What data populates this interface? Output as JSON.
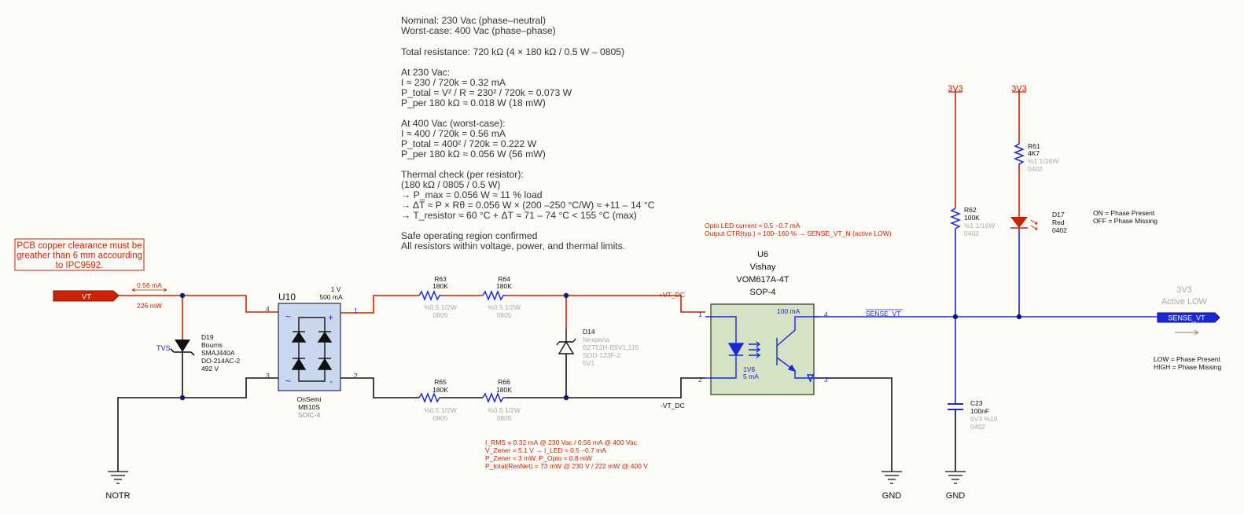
{
  "design_notes": {
    "lines": [
      "Nominal: 230 Vac (phase–neutral)",
      "Worst-case: 400 Vac (phase–phase)",
      "",
      "Total resistance: 720 kΩ (4 × 180 kΩ / 0.5 W – 0805)",
      "",
      "At 230 Vac:",
      "I ≈ 230 / 720k = 0.32 mA",
      "P_total = V² / R = 230² / 720k = 0.073 W",
      "P_per 180 kΩ ≈ 0.018 W (18 mW)",
      "",
      "At 400 Vac (worst-case):",
      "I ≈ 400 / 720k = 0.56 mA",
      "P_total = 400² / 720k = 0.222 W",
      "P_per 180 kΩ ≈ 0.056 W (56 mW)",
      "",
      "Thermal check (per resistor):",
      "(180 kΩ / 0805 / 0.5 W)",
      "→ P_max = 0.056 W ≈ 11 % load",
      "→ ΔT ≈ P × Rθ = 0.056 W × (200 –250 °C/W) ≈ +11 – 14 °C",
      "→ T_resistor ≈ 60 °C + ΔT ≈ 71 – 74 °C < 155 °C (max)",
      "",
      "Safe operating region confirmed",
      "All resistors within voltage, power, and thermal limits."
    ]
  },
  "clearance_note": [
    "PCB copper clearance must be",
    "greather than 6 mm accourding",
    "to IPC9592."
  ],
  "net_vt": {
    "label": "VT",
    "current": "0.56 mA",
    "power": "226 mW"
  },
  "tvs": {
    "tag": "TVS",
    "ref": "D19",
    "mfr": "Bourns",
    "part": "SMAJ440A",
    "pkg": "DO-214AC-2",
    "v": "492 V"
  },
  "bridge": {
    "ref": "U10",
    "rating1": "1 V",
    "rating2": "500 mA",
    "mfr": "OnSemi",
    "part": "MB10S",
    "pkg": "SOIC-4",
    "pins": {
      "p1": "1",
      "p2": "2",
      "p3": "3",
      "p4": "4"
    },
    "ac_sym": "~",
    "plus": "+",
    "minus": "-"
  },
  "resistors": {
    "r63": {
      "ref": "R63",
      "val": "180K",
      "tol": "%0.5 1/2W",
      "pkg": "0805"
    },
    "r64": {
      "ref": "R64",
      "val": "180K",
      "tol": "%0.5 1/2W",
      "pkg": "0805"
    },
    "r65": {
      "ref": "R65",
      "val": "180K",
      "tol": "%0.5 1/2W",
      "pkg": "0805"
    },
    "r66": {
      "ref": "R66",
      "val": "180K",
      "tol": "%0.5 1/2W",
      "pkg": "0805"
    },
    "r62": {
      "ref": "R62",
      "val": "100K",
      "tol": "%1 1/16W",
      "pkg": "0402"
    },
    "r61": {
      "ref": "R61",
      "val": "4K7",
      "tol": "%1 1/16W",
      "pkg": "0402"
    }
  },
  "zener": {
    "ref": "D14",
    "mfr": "Nexperia",
    "part": "BZT52H-B5V1,115",
    "pkg": "SOD-123F-2",
    "v": "5V1"
  },
  "nets": {
    "vt_dc_pos": "+VT_DC",
    "vt_dc_neg": "-VT_DC",
    "sense_overbar": "SENSE_VT",
    "notr": "NOTR",
    "gnd": "GND"
  },
  "opto_notes": [
    "Opto LED current ≈ 0.5 –0.7 mA",
    "Output CTR(typ.) ≈ 100–160 %  →  SENSE_VT_N (active LOW)"
  ],
  "opto": {
    "ref": "U6",
    "mfr": "Vishay",
    "part": "VOM617A-4T",
    "pkg": "SOP-4",
    "out_current": "100 mA",
    "led_v": "1V6",
    "led_i": "5 mA",
    "pins": {
      "p1": "1",
      "p2": "2",
      "p3": "3",
      "p4": "4"
    }
  },
  "calc_notes": [
    "I_RMS = 0.32 mA @ 230 Vac   /   0.56 mA @ 400 Vac",
    "V_Zener ≈ 5.1 V → I_LED ≈ 0.5 –0.7 mA",
    "P_Zener ≈ 3 mW,  P_Opto ≈ 0.8 mW",
    "P_total(ResNet) = 73 mW @ 230 V  /  222 mW @ 400 V"
  ],
  "power_rail": "3V3",
  "led": {
    "ref": "D17",
    "color": "Red",
    "pkg": "0402"
  },
  "led_legend": [
    "ON = Phase Present",
    "OFF = Phase Missing"
  ],
  "cap": {
    "ref": "C23",
    "val": "100nF",
    "rating": "6V3 %10",
    "pkg": "0402"
  },
  "output_port": {
    "label": "SENSE_VT",
    "rail": "3V3",
    "mode": "Active LOW"
  },
  "output_legend": [
    "LOW = Phase Present",
    "HIGH = Phase Missing"
  ],
  "palette": {
    "red": "#cc2200",
    "blue": "#1a28d8",
    "black": "#111111",
    "grey": "#aaaaaa",
    "block": "#c9d8ec",
    "opto": "#d5e2c4",
    "background": "#fdfcf7"
  }
}
